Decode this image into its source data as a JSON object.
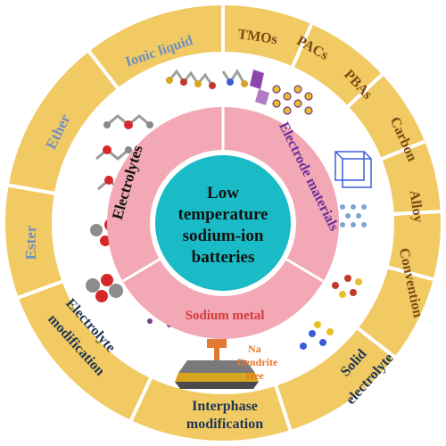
{
  "center": {
    "lines": [
      "Low",
      "temperature",
      "sodium-ion",
      "batteries"
    ],
    "fill": "#19bcc6"
  },
  "middle_ring": {
    "fill": "#f3a8b5",
    "labels": {
      "electrolytes": "Electrolytes",
      "electrode": "Electrode materials",
      "sodium": "Sodium metal"
    }
  },
  "outer_ring": {
    "fill": "#f2ca63",
    "label_color_blue": "#6f8fc0",
    "label_color_brown": "#7a4a14",
    "label_color_dark": "#1f3554",
    "segments": {
      "ionic_liquid": "Ionic liquid",
      "ether": "Ether",
      "ester": "Ester",
      "electrolyte_mod": [
        "Electrolyte",
        "modification"
      ],
      "interphase_mod": [
        "Interphase",
        "modification"
      ],
      "solid_electrolyte": [
        "Solid",
        "electrolyte"
      ],
      "convention": "Convention",
      "alloy": "Alloy",
      "carbon": "Carbon",
      "pbas": "PBAs",
      "pacs": "PACs",
      "tmos": "TMOs"
    }
  },
  "dendrite_note": {
    "lines": [
      "Na",
      "Dendrite",
      "free"
    ],
    "color": "#e8752a"
  }
}
